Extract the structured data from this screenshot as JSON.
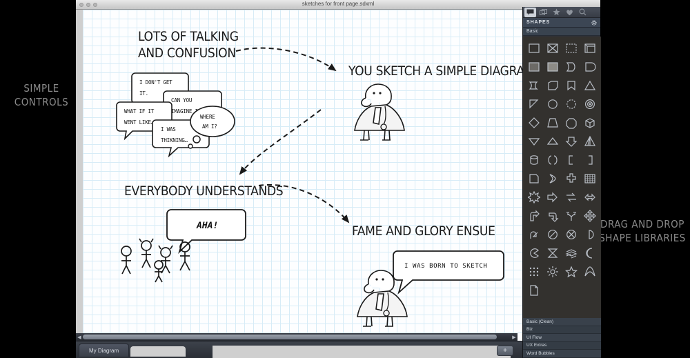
{
  "window": {
    "title": "sketches for front page.sdxml",
    "traffic_lights": [
      "close",
      "minimize",
      "zoom"
    ]
  },
  "annotations": {
    "left": "SIMPLE\nCONTROLS",
    "left_line1": "SIMPLE",
    "left_line2": "CONTROLS",
    "right_line1": "DRAG AND DROP",
    "right_line2": "SHAPE LIBRARIES"
  },
  "canvas": {
    "headings": [
      {
        "id": "lots-of-talking",
        "line1": "LOTS OF TALKING",
        "line2": "AND CONFUSION"
      },
      {
        "id": "you-sketch",
        "line1": "YOU SKETCH A SIMPLE DIAGRAM"
      },
      {
        "id": "everybody-understands",
        "line1": "EVERYBODY UNDERSTANDS"
      },
      {
        "id": "fame-and-glory",
        "line1": "FAME AND GLORY ENSUE"
      }
    ],
    "speech_bubbles": [
      {
        "id": "bubble-dont-get-it",
        "line1": "I DON'T GET",
        "line2": "IT."
      },
      {
        "id": "bubble-can-you-imagine",
        "line1": "CAN YOU",
        "line2": "IMAGINE IF."
      },
      {
        "id": "bubble-what-if",
        "line1": "WHAT IF IT",
        "line2": "WENT LIKE…"
      },
      {
        "id": "bubble-thinking",
        "line1": "I WAS",
        "line2": "THIKNING…"
      },
      {
        "id": "bubble-where-am-i",
        "line1": "WHERE",
        "line2": "AM I?"
      },
      {
        "id": "bubble-aha",
        "line1": "AHA!"
      },
      {
        "id": "bubble-born-to-sketch",
        "line1": "I WAS BORN TO SKETCH"
      }
    ]
  },
  "panel": {
    "tabs": [
      {
        "name": "shapes-tab",
        "icon": "speech-bubble-icon",
        "active": true
      },
      {
        "name": "layers-tab",
        "icon": "layers-icon",
        "active": false
      },
      {
        "name": "favorites-tab",
        "icon": "star-icon",
        "active": false
      },
      {
        "name": "likes-tab",
        "icon": "heart-icon",
        "active": false
      },
      {
        "name": "search-tab",
        "icon": "search-icon",
        "active": false
      }
    ],
    "title": "SHAPES",
    "settings_icon": "gear-icon",
    "section_label": "Basic",
    "shapes": [
      "square",
      "square-crossed",
      "square-dashed",
      "cube-box",
      "hatched-rect",
      "dotted-rect",
      "flag-curve",
      "rounded-rect",
      "wave-shape",
      "cut-corner-rect",
      "ribbon-banner",
      "triangle",
      "right-triangle",
      "circle",
      "circle-dashed",
      "concentric-circle",
      "diamond",
      "trapezoid",
      "octagon",
      "cube-3d",
      "chevron-down",
      "chevron-up",
      "arrow-down",
      "pyramid",
      "cylinder",
      "brackets-pair",
      "bracket-left",
      "bracket-right",
      "document-curl",
      "chevron-right",
      "cross-plus",
      "grid-table",
      "starburst",
      "arrow-right",
      "arrows-swap",
      "arrows-left-right",
      "arrow-bent-up",
      "arrow-bent-down",
      "arrow-split",
      "move-cross",
      "arrow-u-turn",
      "circle-slash",
      "circle-x",
      "half-circle",
      "pac-man",
      "hourglass",
      "stack-layers",
      "crescent-moon",
      "dots-grid",
      "sun-burst",
      "star-five",
      "arc-curve",
      "page-sheet"
    ],
    "libraries": [
      "Basic (Clean)",
      "Biz",
      "UI Flow",
      "UX Extras",
      "Word Bubbles"
    ]
  },
  "tabbar": {
    "tabs": [
      {
        "label": "My Diagram",
        "active": true
      }
    ],
    "add_label": "+"
  },
  "colors": {
    "panel_bg": "#2f3137",
    "grid_line": "#d7ecf7",
    "canvas_bg": "#fdfeff",
    "annotation": "#8a8a8a"
  }
}
